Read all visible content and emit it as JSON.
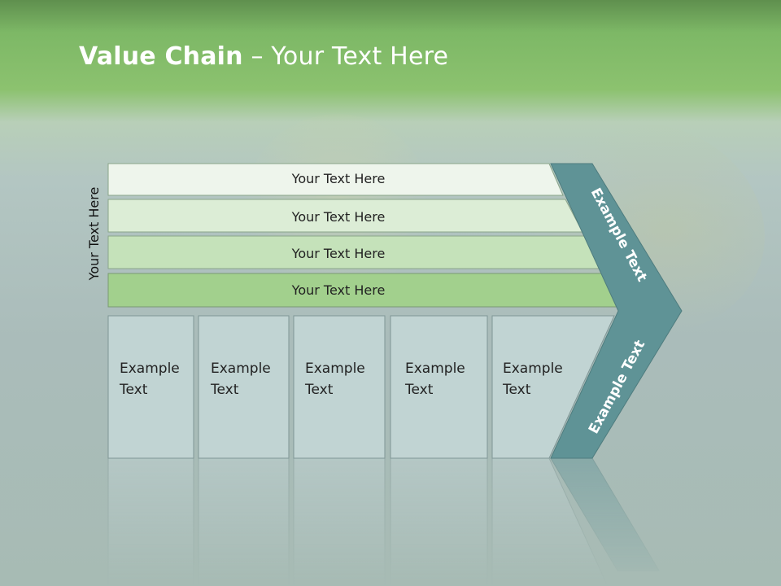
{
  "title": {
    "bold": "Value Chain",
    "rest": " – Your Text Here"
  },
  "side_label": "Your Text Here",
  "bars": [
    {
      "label": "Your Text Here",
      "color": "#eef5ec"
    },
    {
      "label": "Your Text Here",
      "color": "#dcedd6"
    },
    {
      "label": "Your Text Here",
      "color": "#c5e2ba"
    },
    {
      "label": "Your Text Here",
      "color": "#a2d08d"
    }
  ],
  "boxes": [
    {
      "line1": "Example",
      "line2": "Text"
    },
    {
      "line1": "Example",
      "line2": "Text"
    },
    {
      "line1": "Example",
      "line2": "Text"
    },
    {
      "line1": "Example",
      "line2": "Text"
    },
    {
      "line1": "Example",
      "line2": "Text"
    }
  ],
  "chevron": {
    "upper_label": "Example Text",
    "lower_label": "Example Text",
    "color": "#5f9396"
  },
  "colors": {
    "box_fill": "#c3d6d6",
    "header_green": "#7db866"
  }
}
